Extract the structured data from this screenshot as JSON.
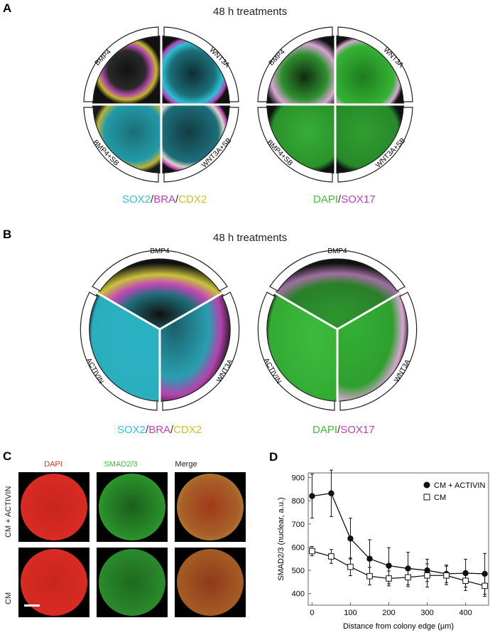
{
  "panel_a": {
    "letter": "A",
    "title": "48 h treatments",
    "left_labels": [
      "BMP4",
      "WNT3A",
      "BMP4+SB",
      "WNT3A+SB"
    ],
    "right_labels": [
      "BMP4",
      "WNT3A",
      "BMP4+SB",
      "WNT3A+SB"
    ],
    "caption_left": [
      "SOX2",
      "/",
      "BRA",
      "/",
      "CDX2"
    ],
    "caption_right": [
      "DAPI",
      "/",
      "SOX17"
    ]
  },
  "panel_b": {
    "letter": "B",
    "title": "48 h treatments",
    "labels": [
      "BMP4",
      "ACTIVIN",
      "WNT3A"
    ],
    "caption_left": [
      "SOX2",
      "/",
      "BRA",
      "/",
      "CDX2"
    ],
    "caption_right": [
      "DAPI",
      "/",
      "SOX17"
    ]
  },
  "panel_c": {
    "letter": "C",
    "columns": [
      "DAPI",
      "SMAD2/3",
      "Merge"
    ],
    "rows": [
      "CM + ACTIVIN",
      "CM"
    ]
  },
  "colors": {
    "cyan": "#2ec4d6",
    "magenta": "#c13fb6",
    "yellow": "#c8c22a",
    "green": "#3dbb3d",
    "red": "#e0302a"
  },
  "chart_data": {
    "type": "line",
    "letter": "D",
    "xlabel": "Distance from colony edge (µm)",
    "ylabel": "SMAD2/3 (nuclear, a.u.)",
    "xlim": [
      -10,
      460
    ],
    "ylim": [
      350,
      920
    ],
    "xticks": [
      0,
      100,
      200,
      300,
      400
    ],
    "yticks": [
      400,
      500,
      600,
      700,
      800,
      900
    ],
    "legend_position": "top-right",
    "x": [
      0,
      50,
      100,
      150,
      200,
      250,
      300,
      350,
      400,
      450
    ],
    "series": [
      {
        "name": "CM + ACTIVIN",
        "marker": "filled-circle",
        "values": [
          820,
          832,
          637,
          550,
          520,
          508,
          500,
          485,
          488,
          485
        ],
        "errors": [
          95,
          100,
          88,
          82,
          78,
          70,
          48,
          38,
          60,
          88
        ]
      },
      {
        "name": "CM",
        "marker": "open-square",
        "values": [
          583,
          560,
          515,
          475,
          465,
          470,
          478,
          478,
          455,
          433
        ],
        "errors": [
          20,
          30,
          38,
          38,
          32,
          40,
          50,
          40,
          42,
          45
        ]
      }
    ]
  }
}
